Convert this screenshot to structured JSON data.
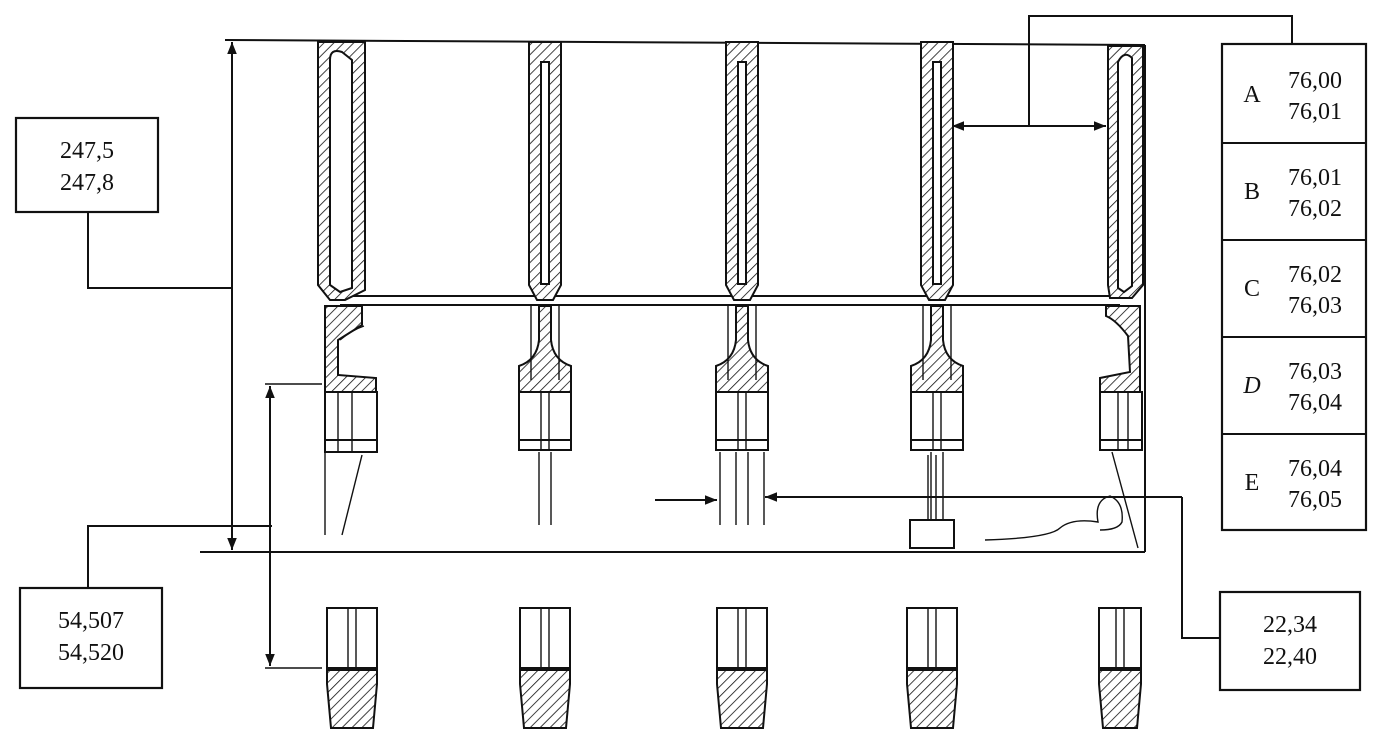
{
  "dimensions": {
    "block_height": {
      "min": "247,5",
      "max": "247,8"
    },
    "main_bearing_bore": {
      "min": "54,507",
      "max": "54,520"
    },
    "main_bearing_width": {
      "min": "22,34",
      "max": "22,40"
    }
  },
  "cylinder_bore_grades": [
    {
      "grade": "A",
      "min": "76,00",
      "max": "76,01"
    },
    {
      "grade": "B",
      "min": "76,01",
      "max": "76,02"
    },
    {
      "grade": "C",
      "min": "76,02",
      "max": "76,03"
    },
    {
      "grade": "D",
      "min": "76,03",
      "max": "76,04"
    },
    {
      "grade": "E",
      "min": "76,04",
      "max": "76,05"
    }
  ]
}
